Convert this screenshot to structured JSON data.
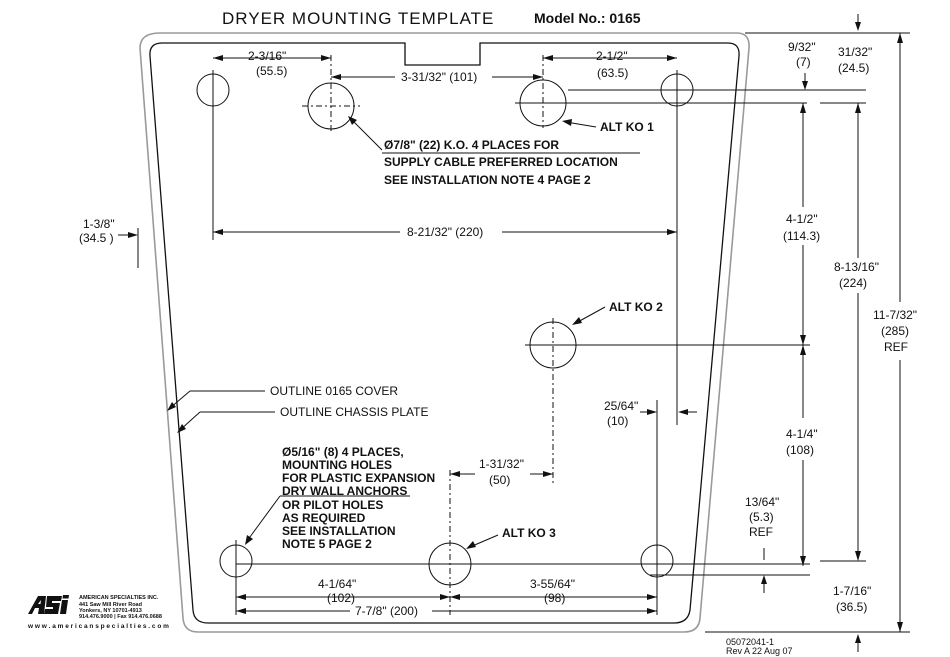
{
  "header": {
    "title": "DRYER MOUNTING TEMPLATE",
    "model": "Model No.: 0165"
  },
  "dims": {
    "d_2_3_16": "2-3/16\"",
    "d_55_5": "(55.5)",
    "d_3_31_32": "3-31/32\" (101)",
    "d_2_1_2": "2-1/2\"",
    "d_63_5": "(63.5)",
    "d_9_32": "9/32\"",
    "d_7": "(7)",
    "d_31_32": "31/32\"",
    "d_24_5": "(24.5)",
    "d_1_3_8": "1-3/8\"",
    "d_34_5": "(34.5 )",
    "d_8_21_32": "8-21/32\" (220)",
    "d_4_1_2": "4-1/2\"",
    "d_114_3": "(114.3)",
    "d_8_13_16": "8-13/16\"",
    "d_224": "(224)",
    "d_11_7_32": "11-7/32\"",
    "d_285": "(285)",
    "d_ref": "REF",
    "d_25_64": "25/64\"",
    "d_10": "(10)",
    "d_4_1_4": "4-1/4\"",
    "d_108": "(108)",
    "d_1_31_32": "1-31/32\"",
    "d_50": "(50)",
    "d_13_64": "13/64\"",
    "d_5_3": "(5.3)",
    "d_ref2": "REF",
    "d_4_1_64": "4-1/64\"",
    "d_102": "(102)",
    "d_3_55_64": "3-55/64\"",
    "d_98": "(98)",
    "d_7_7_8": "7-7/8\" (200)",
    "d_1_7_16": "1-7/16\"",
    "d_36_5": "(36.5)"
  },
  "notes": {
    "ko_line1": "Ø7/8\" (22) K.O. 4 PLACES FOR",
    "ko_line2": "SUPPLY CABLE PREFERRED LOCATION",
    "ko_line3": "SEE INSTALLATION NOTE 4 PAGE 2",
    "alt_ko1": "ALT KO 1",
    "alt_ko2": "ALT KO 2",
    "alt_ko3": "ALT KO 3",
    "outline_cover": "OUTLINE 0165 COVER",
    "outline_chassis": "OUTLINE CHASSIS PLATE",
    "mh_line1": "Ø5/16\" (8) 4 PLACES,",
    "mh_line2": "MOUNTING HOLES",
    "mh_line3": "FOR PLASTIC EXPANSION",
    "mh_line4": "DRY WALL ANCHORS",
    "mh_line5": "OR PILOT HOLES",
    "mh_line6": "AS REQUIRED",
    "mh_line7": "SEE INSTALLATION",
    "mh_line8": "NOTE 5 PAGE 2"
  },
  "company": {
    "name": "AMERICAN SPECIALTIES INC.",
    "addr1": "441 Saw Mill River Road",
    "addr2": "Yonkers, NY 10701-4913",
    "phone": "914.476.9000 | Fax 914.476.0688",
    "web": "w w w . a m e r i c a n s p e c i a l t i e s . c o m"
  },
  "footer": {
    "doc_no": "05072041-1",
    "rev": "Rev A 22 Aug 07"
  }
}
